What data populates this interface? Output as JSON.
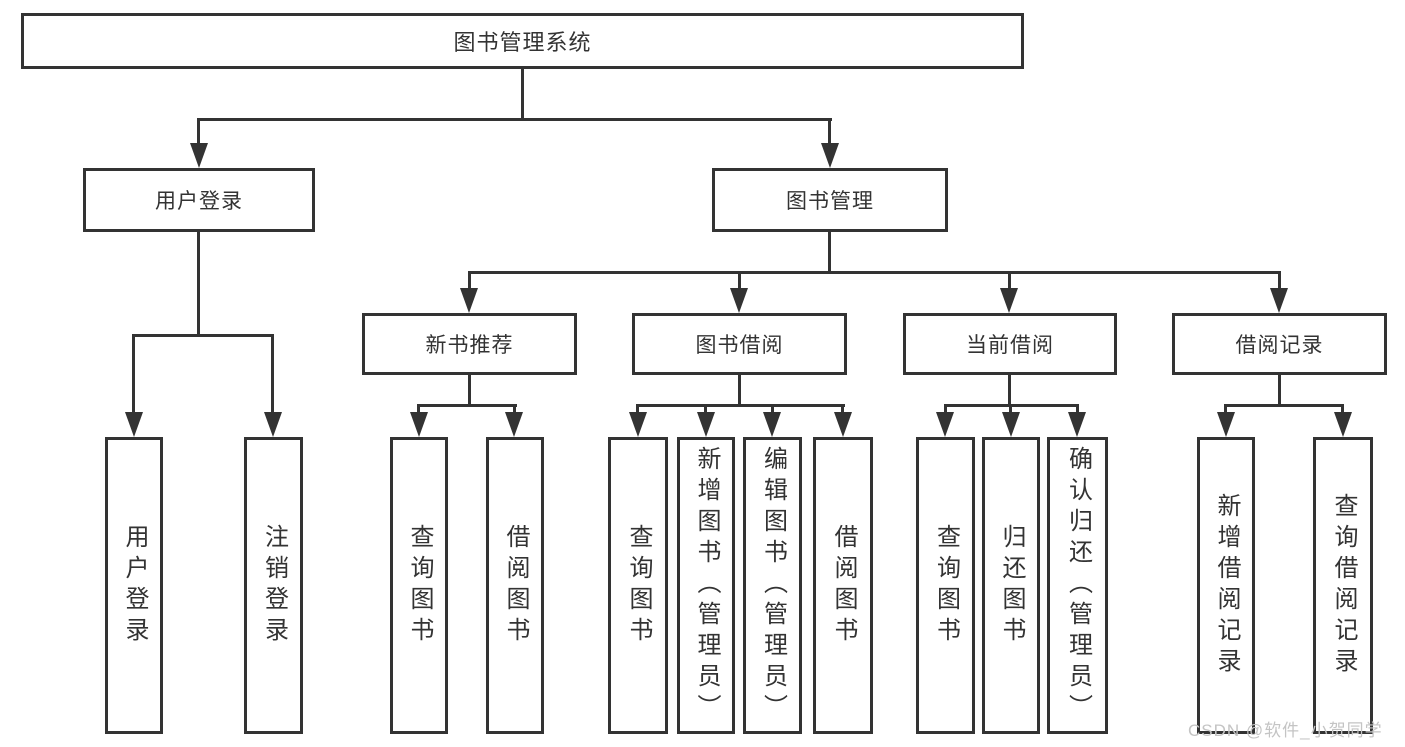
{
  "page": {
    "background": "#ffffff"
  },
  "colors": {
    "line": "#333333",
    "text": "#333333",
    "box_bg": "#ffffff",
    "watermark": "#c4c4c4"
  },
  "diagram": {
    "root": {
      "label": "图书管理系统"
    },
    "level2": [
      {
        "label": "用户登录"
      },
      {
        "label": "图书管理"
      }
    ],
    "level3": [
      {
        "label": "新书推荐"
      },
      {
        "label": "图书借阅"
      },
      {
        "label": "当前借阅"
      },
      {
        "label": "借阅记录"
      }
    ],
    "leaves": {
      "login": [
        "用户登录",
        "注销登录"
      ],
      "recommend": [
        "查询图书",
        "借阅图书"
      ],
      "borrow": [
        "查询图书",
        "新增图书（管理员）",
        "编辑图书（管理员）",
        "借阅图书"
      ],
      "current": [
        "查询图书",
        "归还图书",
        "确认归还（管理员）"
      ],
      "records": [
        "新增借阅记录",
        "查询借阅记录"
      ]
    }
  },
  "watermark": {
    "text": "CSDN @软件_小贺同学"
  }
}
